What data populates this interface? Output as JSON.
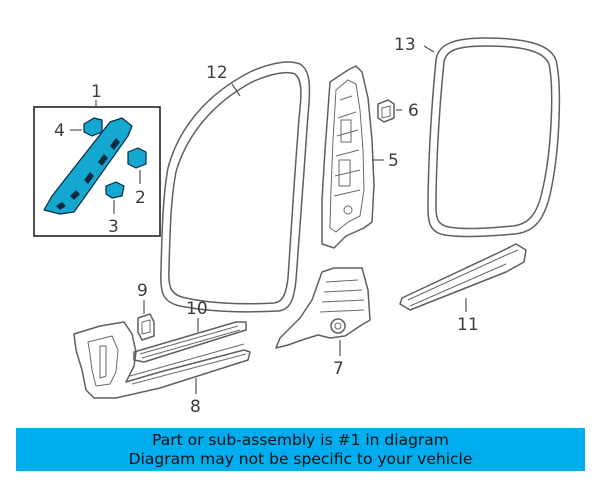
{
  "diagram": {
    "callouts": [
      {
        "key": "c1",
        "label": "1"
      },
      {
        "key": "c2",
        "label": "2"
      },
      {
        "key": "c3",
        "label": "3"
      },
      {
        "key": "c4",
        "label": "4"
      },
      {
        "key": "c5",
        "label": "5"
      },
      {
        "key": "c6",
        "label": "6"
      },
      {
        "key": "c7",
        "label": "7"
      },
      {
        "key": "c8",
        "label": "8"
      },
      {
        "key": "c9",
        "label": "9"
      },
      {
        "key": "c10",
        "label": "10"
      },
      {
        "key": "c11",
        "label": "11"
      },
      {
        "key": "c12",
        "label": "12"
      },
      {
        "key": "c13",
        "label": "13"
      }
    ],
    "highlight_color": "#14a7cf"
  },
  "banner": {
    "line1": "Part or sub-assembly is #1 in diagram",
    "line2": "Diagram may not be specific to your vehicle",
    "background_color": "#00adef"
  }
}
